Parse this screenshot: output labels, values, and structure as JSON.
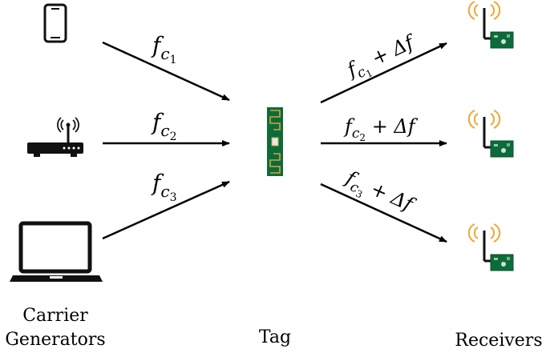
{
  "labels": {
    "carrier_line1": "Carrier",
    "carrier_line2": "Generators",
    "tag": "Tag",
    "receivers": "Receivers"
  },
  "incoming": [
    {
      "base": "f",
      "sub": "c",
      "index": "1",
      "suffix": ""
    },
    {
      "base": "f",
      "sub": "c",
      "index": "2",
      "suffix": ""
    },
    {
      "base": "f",
      "sub": "c",
      "index": "3",
      "suffix": ""
    }
  ],
  "outgoing": [
    {
      "base": "f",
      "sub": "c",
      "index": "1",
      "suffix": " + Δf"
    },
    {
      "base": "f",
      "sub": "c",
      "index": "2",
      "suffix": " + Δf"
    },
    {
      "base": "f",
      "sub": "c",
      "index": "3",
      "suffix": " + Δf"
    }
  ],
  "icons": {
    "generators": [
      "smartphone-icon",
      "wifi-router-icon",
      "laptop-icon"
    ],
    "tag": "rfid-tag-icon",
    "receivers": [
      "receiver-board-icon",
      "receiver-board-icon",
      "receiver-board-icon"
    ]
  },
  "colors": {
    "board_green": "#0c6b3a",
    "antenna_trace": "#d8a23a",
    "signal_orange": "#f2a531"
  }
}
